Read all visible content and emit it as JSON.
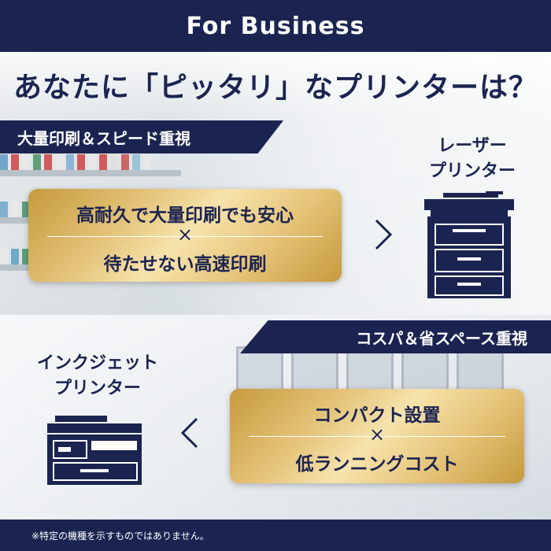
{
  "header": {
    "title": "For Business"
  },
  "headline": {
    "text": "あなたに「ピッタリ」なプリンターは？"
  },
  "section1": {
    "banner": "大量印刷＆スピード重視",
    "card_line1": "高耐久で大量印刷でも安心",
    "card_separator": "×",
    "card_line2": "待たせない高速印刷",
    "printer_label_line1": "レーザー",
    "printer_label_line2": "プリンター",
    "arrow_icon": "chevron-right-icon",
    "printer_icon": "laser-printer-icon"
  },
  "section2": {
    "banner": "コスパ＆省スペース重視",
    "card_line1": "コンパクト設置",
    "card_separator": "×",
    "card_line2": "低ランニングコスト",
    "printer_label_line1": "インクジェット",
    "printer_label_line2": "プリンター",
    "arrow_icon": "chevron-left-icon",
    "printer_icon": "inkjet-printer-icon"
  },
  "footer": {
    "note": "※特定の機種を示すものではありません。"
  },
  "colors": {
    "navy": "#1b2451",
    "gold": "#e4c277",
    "white": "#ffffff"
  }
}
